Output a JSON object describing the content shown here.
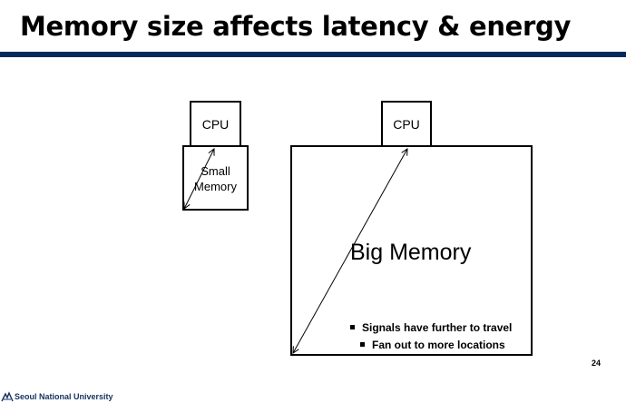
{
  "slide": {
    "title": "Memory size affects latency & energy",
    "page_number": "24"
  },
  "small_system": {
    "cpu_label": "CPU",
    "memory_label_line1": "Small",
    "memory_label_line2": "Memory"
  },
  "big_system": {
    "cpu_label": "CPU",
    "memory_label": "Big Memory",
    "bullets": [
      "Signals have further to travel",
      "Fan out to more locations"
    ]
  },
  "footer": {
    "university": "Seoul National University"
  },
  "colors": {
    "title_rule": "#002b5c",
    "university_text": "#14325f"
  }
}
